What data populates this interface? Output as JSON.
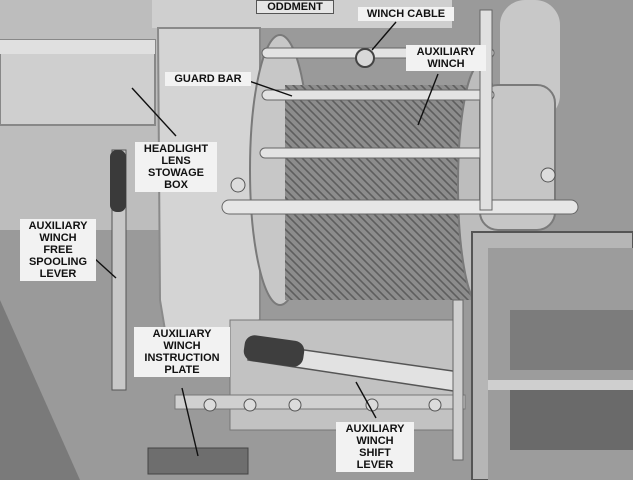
{
  "labels": {
    "oddment": "ODDMENT",
    "winch_cable": "WINCH CABLE",
    "auxiliary_winch": "AUXILIARY\nWINCH",
    "guard_bar": "GUARD BAR",
    "headlight_lens_stowage_box": "HEADLIGHT\nLENS\nSTOWAGE\nBOX",
    "auxiliary_winch_free_spooling_lever": "AUXILIARY\nWINCH\nFREE\nSPOOLING\nLEVER",
    "auxiliary_winch_instruction_plate": "AUXILIARY\nWINCH\nINSTRUCTION\nPLATE",
    "auxiliary_winch_shift_lever": "AUXILIARY\nWINCH\nSHIFT\nLEVER"
  },
  "colors": {
    "background": "#8e8e8e",
    "metal_light": "#d6d6d6",
    "metal_mid": "#b4b4b4",
    "metal_dark": "#5a5a5a",
    "label_bg": "#f2f2f2",
    "ink": "#111111"
  }
}
